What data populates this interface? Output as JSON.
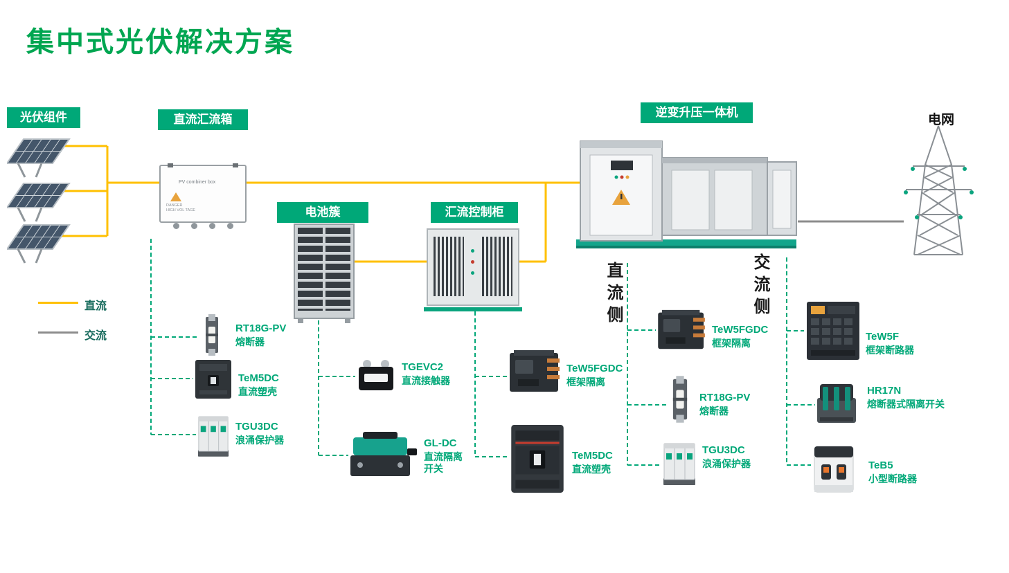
{
  "colors": {
    "accent_green": "#00A878",
    "title_green": "#00A651",
    "dc_yellow": "#FFC000",
    "ac_gray": "#8C8C8C",
    "dark_text": "#1A1A1A"
  },
  "title": "集中式光伏解决方案",
  "stage_labels": {
    "pv_modules": "光伏组件",
    "dc_combiner_box": "直流汇流箱",
    "battery_cluster": "电池簇",
    "combiner_control_cabinet": "汇流控制柜",
    "inverter_booster_unit": "逆变升压一体机",
    "grid": "电网"
  },
  "legend": {
    "dc": "直流",
    "ac": "交流"
  },
  "sides": {
    "dc_side": "直流侧",
    "ac_side": "交流侧"
  },
  "combiner_box_text": {
    "label": "PV combiner box",
    "danger_line1": "DANGER",
    "danger_line2": "HIGH VOL TAGE"
  },
  "components": [
    {
      "model": "RT18G-PV",
      "desc": "熔断器"
    },
    {
      "model": "TeM5DC",
      "desc": "直流塑壳"
    },
    {
      "model": "TGU3DC",
      "desc": "浪涌保护器"
    },
    {
      "model": "TGEVC2",
      "desc": "直流接触器"
    },
    {
      "model": "GL-DC",
      "desc": "直流隔离\n开关"
    },
    {
      "model": "TeW5FGDC",
      "desc": "框架隔离"
    },
    {
      "model": "TeM5DC",
      "desc": "直流塑壳"
    },
    {
      "model": "TeW5FGDC",
      "desc": "框架隔离"
    },
    {
      "model": "RT18G-PV",
      "desc": "熔断器"
    },
    {
      "model": "TGU3DC",
      "desc": "浪涌保护器"
    },
    {
      "model": "TeW5F",
      "desc": "框架断路器"
    },
    {
      "model": "HR17N",
      "desc": "熔断器式隔离开关"
    },
    {
      "model": "TeB5",
      "desc": "小型断路器"
    }
  ]
}
